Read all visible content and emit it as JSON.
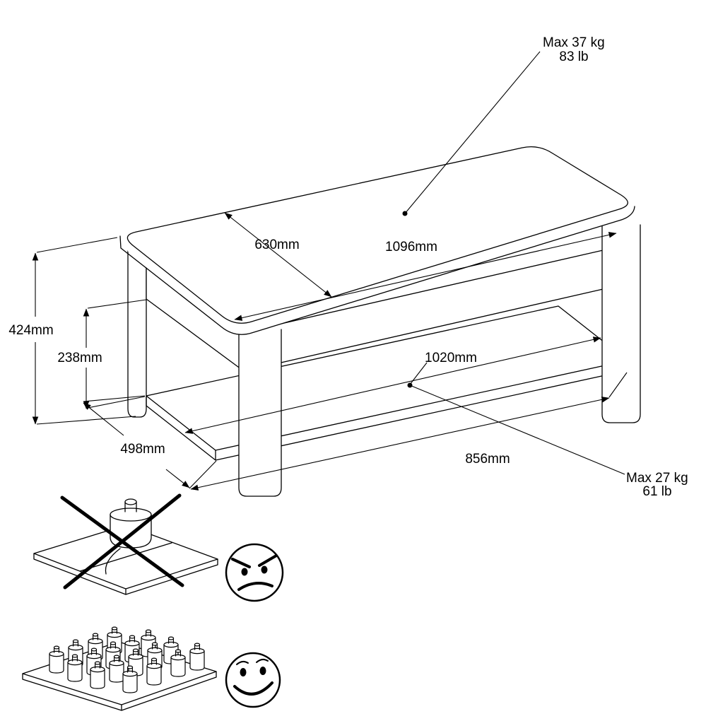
{
  "diagram": {
    "load_limits": {
      "top": {
        "kg": "Max 37 kg",
        "lb": "83 lb"
      },
      "shelf": {
        "kg": "Max 27 kg",
        "lb": "61 lb"
      }
    },
    "dimensions": {
      "top_depth": "630mm",
      "top_length": "1096mm",
      "overall_height": "424mm",
      "shelf_clearance": "238mm",
      "shelf_inner_length": "1020mm",
      "shelf_depth": "498mm",
      "shelf_length": "856mm"
    },
    "icons": {
      "wrong_load": "concentrated-load-prohibited-icon",
      "wrong_face": "angry-face-icon",
      "right_load": "distributed-load-icon",
      "right_face": "smiley-face-icon"
    },
    "colors": {
      "line": "#000000",
      "background": "#ffffff"
    }
  }
}
